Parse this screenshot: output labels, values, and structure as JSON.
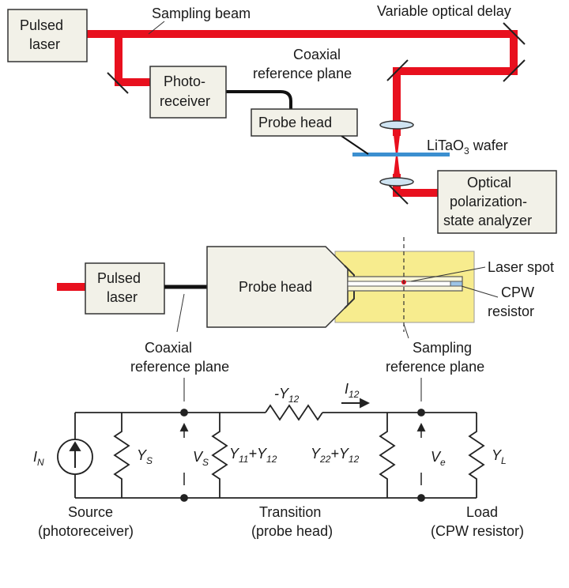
{
  "top": {
    "pulsed_laser": [
      "Pulsed",
      "laser"
    ],
    "sampling_beam": "Sampling beam",
    "variable_delay": "Variable optical delay",
    "coaxial_ref": [
      "Coaxial",
      "reference plane"
    ],
    "photoreceiver": [
      "Photo-",
      "receiver"
    ],
    "probe_head": "Probe head",
    "wafer_label_pre": "LiTaO",
    "wafer_label_sub": "3",
    "wafer_label_post": " wafer",
    "analyzer": [
      "Optical",
      "polarization-",
      "state analyzer"
    ]
  },
  "middle": {
    "pulsed_laser": [
      "Pulsed",
      "laser"
    ],
    "probe_head": "Probe head",
    "laser_spot": "Laser spot",
    "cpw_resistor": [
      "CPW",
      "resistor"
    ],
    "coaxial_ref": [
      "Coaxial",
      "reference plane"
    ],
    "sampling_ref": [
      "Sampling",
      "reference plane"
    ]
  },
  "circuit": {
    "i_n": "I",
    "i_n_sub": "N",
    "y_s": "Y",
    "y_s_sub": "S",
    "v_s": "V",
    "v_s_sub": "S",
    "y11": "Y",
    "y11_sub": "11",
    "y11_plus": "+Y",
    "y11_sub2": "12",
    "neg_y12": "-Y",
    "neg_y12_sub": "12",
    "i12": "I",
    "i12_sub": "12",
    "y22": "Y",
    "y22_sub": "22",
    "y22_plus": "+Y",
    "y22_sub2": "12",
    "v_e": "V",
    "v_e_sub": "e",
    "y_l": "Y",
    "y_l_sub": "L",
    "source": [
      "Source",
      "(photoreceiver)"
    ],
    "transition": [
      "Transition",
      "(probe head)"
    ],
    "load": [
      "Load",
      "(CPW resistor)"
    ]
  },
  "colors": {
    "beam": "#e8101e",
    "box_fill": "#f2f1e8",
    "wafer": "#3b8fd0",
    "pad": "#f7ec8e",
    "lens": "#cfe4f2"
  }
}
